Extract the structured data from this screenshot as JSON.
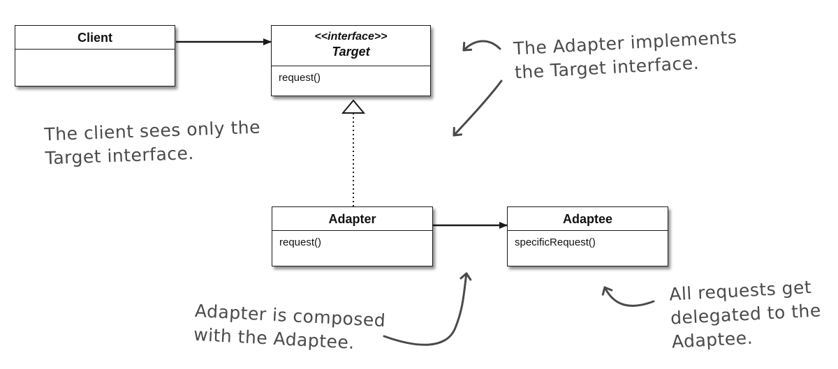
{
  "classes": {
    "client": {
      "name": "Client"
    },
    "target": {
      "stereotype": "<<interface>>",
      "name": "Target",
      "method": "request()"
    },
    "adapter": {
      "name": "Adapter",
      "method": "request()"
    },
    "adaptee": {
      "name": "Adaptee",
      "method": "specificRequest()"
    }
  },
  "relations": [
    {
      "from": "Client",
      "to": "Target",
      "type": "association"
    },
    {
      "from": "Adapter",
      "to": "Target",
      "type": "realization"
    },
    {
      "from": "Adapter",
      "to": "Adaptee",
      "type": "association"
    }
  ],
  "annotations": {
    "adapter_implements": [
      "The Adapter implements",
      "the Target interface."
    ],
    "client_sees": [
      "The client sees only the",
      "Target interface."
    ],
    "composed": [
      "Adapter is composed",
      "with the Adaptee."
    ],
    "delegated": [
      "All requests get",
      "delegated to the",
      "Adaptee."
    ]
  },
  "colors": {
    "line": "#1a1a1a",
    "handwriting": "#4a4a4a"
  }
}
